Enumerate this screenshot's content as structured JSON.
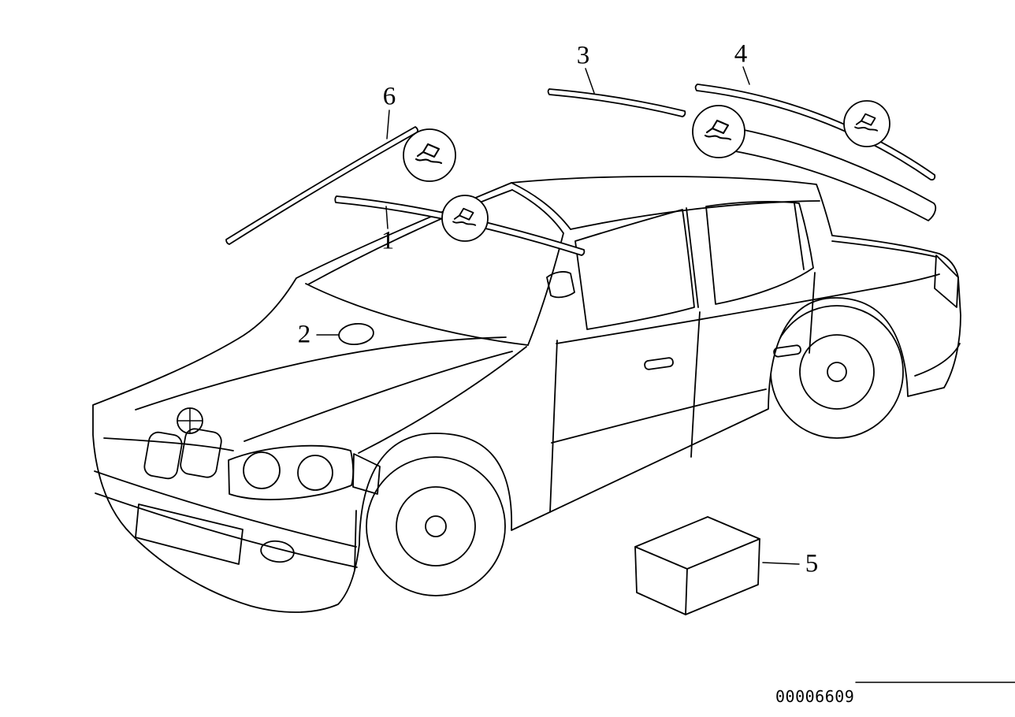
{
  "page": {
    "background_color": "#ffffff",
    "line_color": "#000000"
  },
  "diagram": {
    "type": "exploded-parts-line-drawing",
    "doc_number": "00006609",
    "callouts": [
      {
        "label": "1"
      },
      {
        "label": "2"
      },
      {
        "label": "3"
      },
      {
        "label": "4"
      },
      {
        "label": "5"
      },
      {
        "label": "6"
      }
    ],
    "icons": {
      "adhesive_symbol_count": 4,
      "adhesive_symbol_name": "adhesive-application-icon"
    }
  }
}
